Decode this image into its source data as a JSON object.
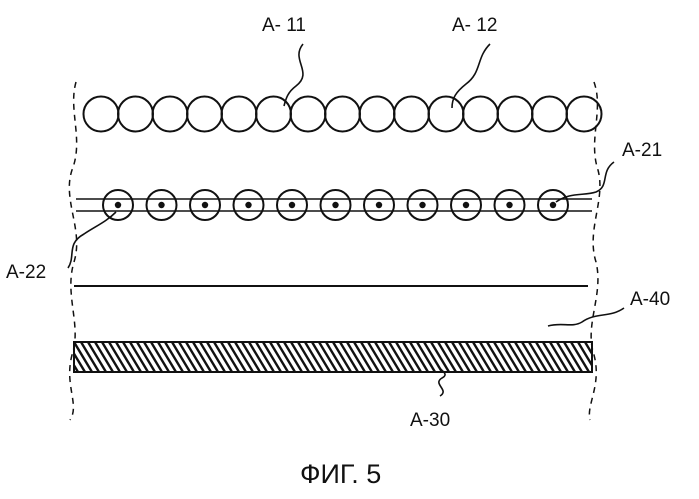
{
  "figure": {
    "caption": "ФИГ. 5",
    "labels": {
      "a11": "A- 11",
      "a12": "A- 12",
      "a21": "A-21",
      "a22": "A-22",
      "a40": "A-40",
      "a30": "A-30"
    },
    "components": {
      "upper_layer": "A- 11 / A- 12",
      "middle_layer": "A-21 / A-22",
      "base_layer": "A-30",
      "space": "A-40"
    }
  }
}
